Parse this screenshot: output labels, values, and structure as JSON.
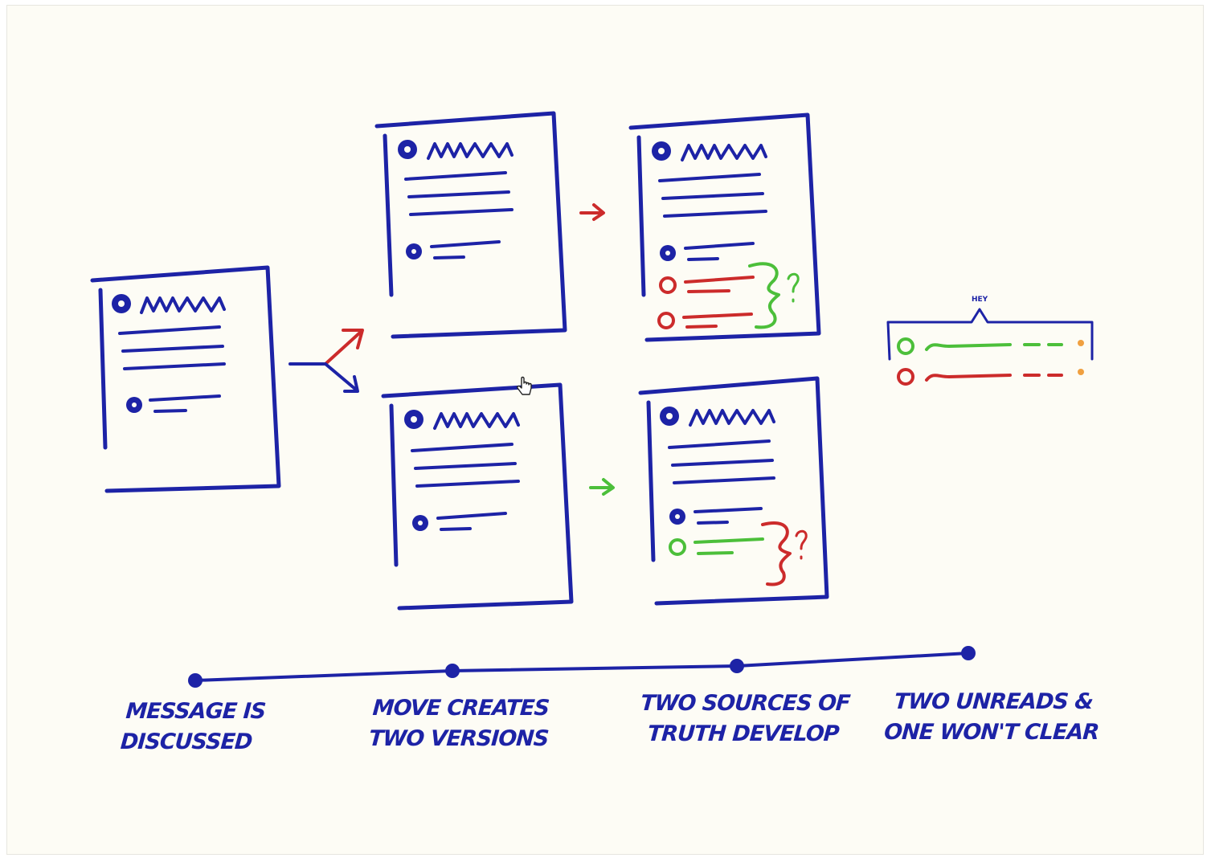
{
  "colors": {
    "ink_blue": "#1d23a6",
    "ink_red": "#cc2b2b",
    "ink_green": "#4cbf3a",
    "ink_orange": "#f0a040",
    "paper": "#fdfcf5"
  },
  "timeline": {
    "steps": [
      {
        "line1": "MESSAGE IS",
        "line2": "DISCUSSED"
      },
      {
        "line1": "MOVE CREATES",
        "line2": "TWO VERSIONS"
      },
      {
        "line1": "TWO SOURCES OF",
        "line2": "TRUTH DEVELOP"
      },
      {
        "line1": "TWO UNREADS &",
        "line2": "ONE WON'T CLEAR"
      }
    ]
  },
  "badge": {
    "label": "HEY"
  },
  "icons": {
    "cursor": "hand-pointer-icon"
  }
}
